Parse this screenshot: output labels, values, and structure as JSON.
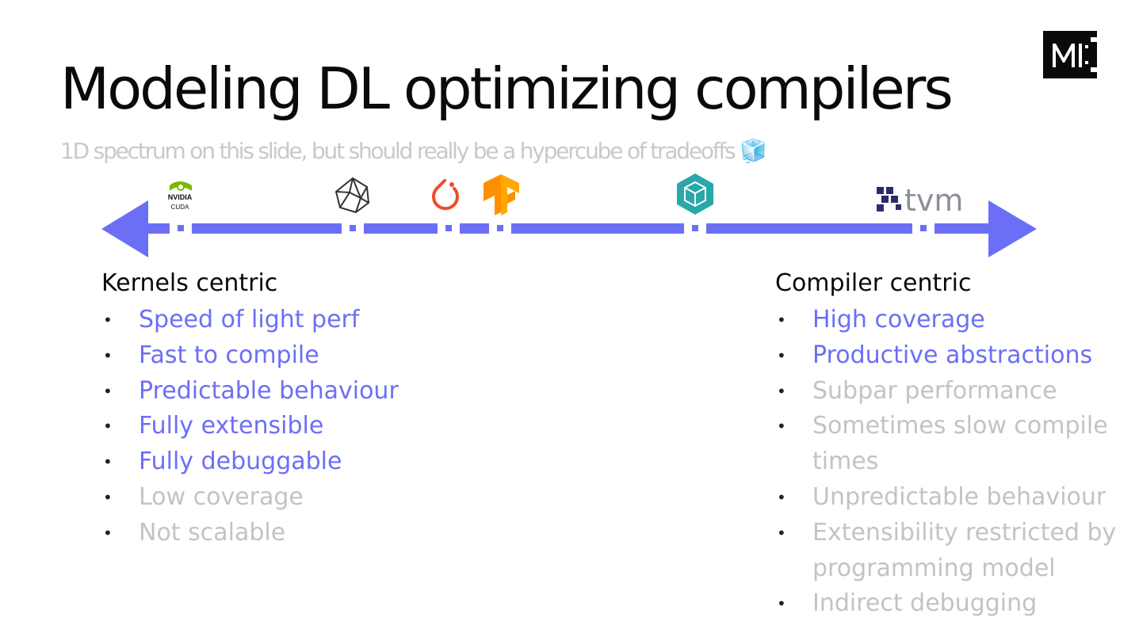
{
  "slide": {
    "title": "Modeling DL optimizing compilers",
    "subtitle": "1D spectrum on this slide, but should really be a hypercube of tradeoffs 🧊",
    "corner_logo": "M"
  },
  "colors": {
    "accent": "#6b6ff5",
    "muted": "#c3c3c3",
    "text": "#0a0a0a",
    "nvidia_green": "#76b900",
    "pytorch_orange": "#ee4c2c",
    "tensorflow_orange": "#ff8f00",
    "teal": "#2aa7a8",
    "tvm_navy": "#2b2d6b"
  },
  "spectrum": {
    "markers": [
      {
        "name": "nvidia-cuda",
        "icon": "nvidia-cuda-logo",
        "label_top": "NVIDIA",
        "label_bottom": "CUDA"
      },
      {
        "name": "xla",
        "icon": "polyhedron-logo"
      },
      {
        "name": "pytorch",
        "icon": "pytorch-logo"
      },
      {
        "name": "tensorflow",
        "icon": "tensorflow-logo"
      },
      {
        "name": "compiler",
        "icon": "teal-hexagon-logo"
      },
      {
        "name": "tvm",
        "icon": "tvm-logo",
        "label": "tvm"
      }
    ]
  },
  "left": {
    "heading": "Kernels centric",
    "items": [
      {
        "text": "Speed of light perf",
        "kind": "pos"
      },
      {
        "text": "Fast to compile",
        "kind": "pos"
      },
      {
        "text": "Predictable behaviour",
        "kind": "pos"
      },
      {
        "text": "Fully extensible",
        "kind": "pos"
      },
      {
        "text": "Fully debuggable",
        "kind": "pos"
      },
      {
        "text": "Low coverage",
        "kind": "neg"
      },
      {
        "text": "Not scalable",
        "kind": "neg"
      }
    ]
  },
  "right": {
    "heading": "Compiler centric",
    "items": [
      {
        "text": "High coverage",
        "kind": "pos"
      },
      {
        "text": "Productive abstractions",
        "kind": "pos"
      },
      {
        "text": "Subpar performance",
        "kind": "neg"
      },
      {
        "text": "Sometimes slow compile times",
        "kind": "neg"
      },
      {
        "text": "Unpredictable behaviour",
        "kind": "neg"
      },
      {
        "text": "Extensibility restricted by programming model",
        "kind": "neg"
      },
      {
        "text": "Indirect debugging",
        "kind": "neg"
      }
    ]
  }
}
